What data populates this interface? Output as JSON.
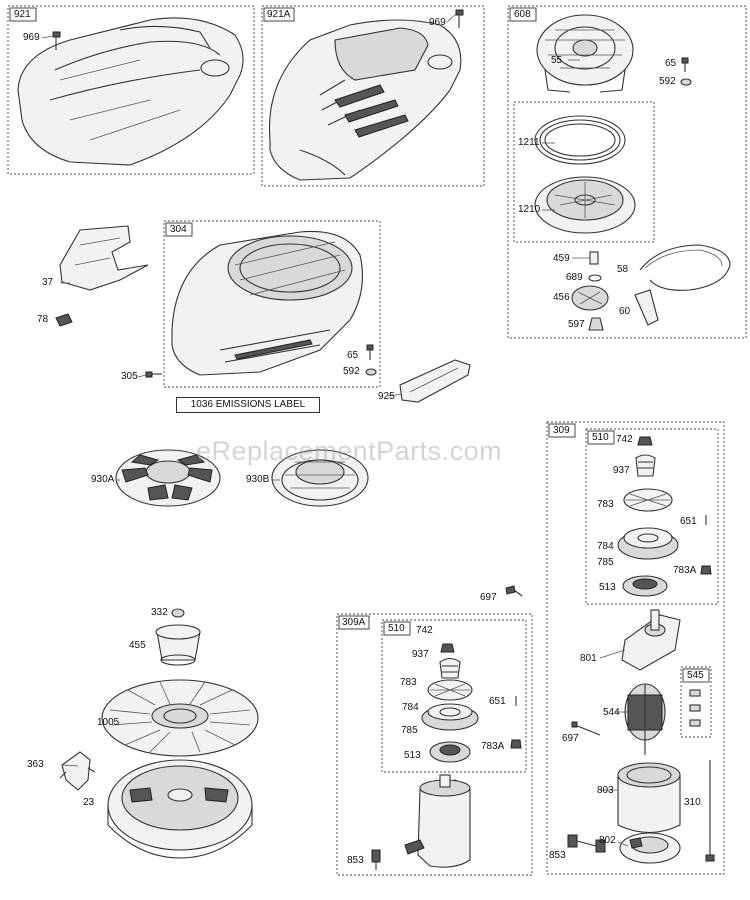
{
  "watermark": "eReplacementParts.com",
  "emissions_label": "1036 EMISSIONS LABEL",
  "tags": {
    "t921": "921",
    "t921a": "921A",
    "t608": "608",
    "t304": "304",
    "t309": "309",
    "t510a": "510",
    "t545": "545",
    "t309a": "309A",
    "t510b": "510"
  },
  "labels": {
    "l969a": "969",
    "l969b": "969",
    "l55": "55",
    "l65a": "65",
    "l592a": "592",
    "l1211": "1211",
    "l1210": "1210",
    "l459": "459",
    "l689": "689",
    "l58": "58",
    "l456": "456",
    "l60": "60",
    "l597": "597",
    "l37": "37",
    "l78": "78",
    "l305": "305",
    "l65b": "65",
    "l592b": "592",
    "l925": "925",
    "l930a": "930A",
    "l930b": "930B",
    "l742a": "742",
    "l937a": "937",
    "l783a": "783",
    "l651a": "651",
    "l784a": "784",
    "l785a": "785",
    "l783aa": "783A",
    "l513a": "513",
    "l697a": "697",
    "l332": "332",
    "l455": "455",
    "l1005": "1005",
    "l363": "363",
    "l23": "23",
    "l742b": "742",
    "l937b": "937",
    "l783b": "783",
    "l651b": "651",
    "l784b": "784",
    "l785b": "785",
    "l783ab": "783A",
    "l513b": "513",
    "l853a": "853",
    "l801": "801",
    "l544": "544",
    "l697b": "697",
    "l803": "803",
    "l310": "310",
    "l802": "802",
    "l853b": "853"
  }
}
